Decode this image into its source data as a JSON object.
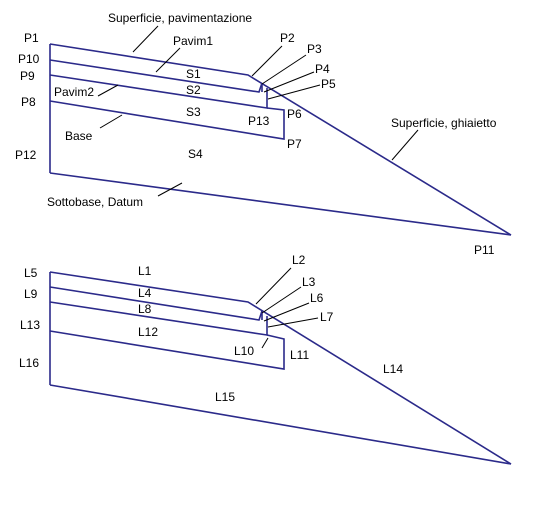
{
  "colors": {
    "edge": "#2b2a8a",
    "leader": "#000000",
    "text": "#000000",
    "background": "#ffffff"
  },
  "top_diagram": {
    "points": {
      "p1": "P1",
      "p2": "P2",
      "p3": "P3",
      "p4": "P4",
      "p5": "P5",
      "p6": "P6",
      "p7": "P7",
      "p8": "P8",
      "p9": "P9",
      "p10": "P10",
      "p11": "P11",
      "p12": "P12",
      "p13": "P13"
    },
    "surfaces": {
      "s1": "S1",
      "s2": "S2",
      "s3": "S3",
      "s4": "S4"
    },
    "layers": {
      "superficie_pavimentazione": "Superficie, pavimentazione",
      "pavim1": "Pavim1",
      "pavim2": "Pavim2",
      "base": "Base",
      "sottobase_datum": "Sottobase, Datum",
      "superficie_ghiaietto": "Superficie, ghiaietto"
    }
  },
  "bottom_diagram": {
    "lines": {
      "l1": "L1",
      "l2": "L2",
      "l3": "L3",
      "l4": "L4",
      "l5": "L5",
      "l6": "L6",
      "l7": "L7",
      "l8": "L8",
      "l9": "L9",
      "l10": "L10",
      "l11": "L11",
      "l12": "L12",
      "l13": "L13",
      "l14": "L14",
      "l15": "L15",
      "l16": "L16"
    }
  }
}
